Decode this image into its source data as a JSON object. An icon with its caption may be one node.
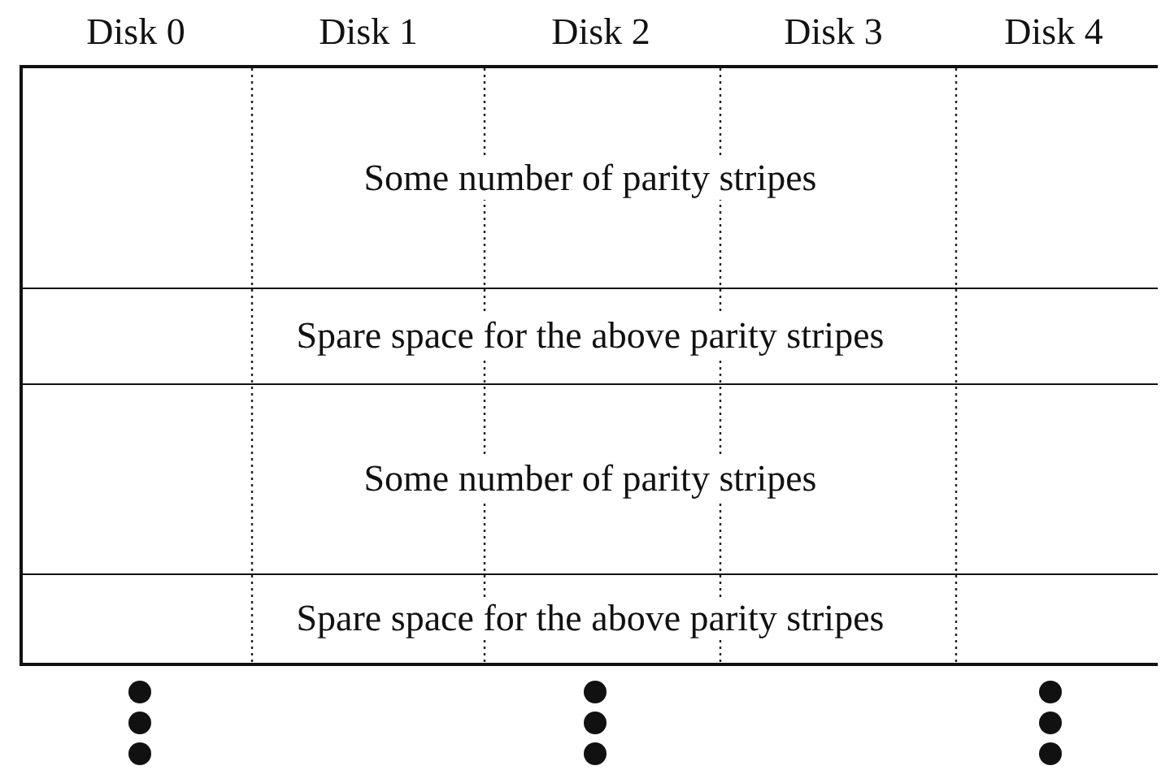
{
  "diagram": {
    "nodes": [
      {
        "text": [
          "Some number of parity stripes"
        ]
      },
      {
        "text": [
          "Spare space for the above parity stripes"
        ]
      },
      {
        "text": [
          "Some number of parity stripes"
        ]
      },
      {
        "text": [
          "Spare space for the above parity stripes"
        ]
      }
    ],
    "labels": [
      "Disk 0",
      "Disk 1",
      "Disk 2",
      "Disk 3",
      "Disk 4"
    ]
  }
}
